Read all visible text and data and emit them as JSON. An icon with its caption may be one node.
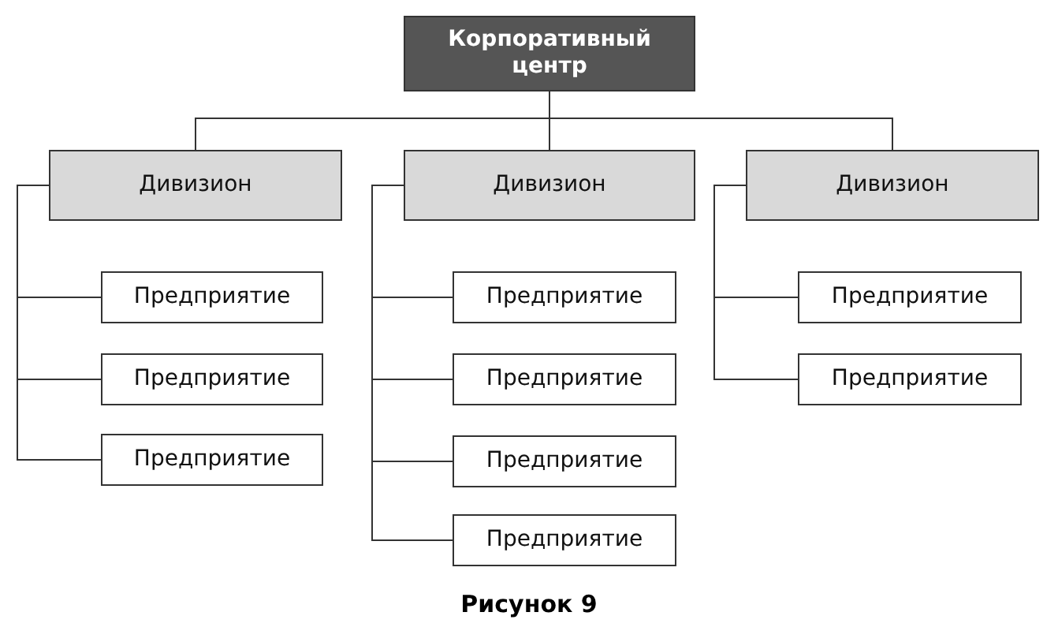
{
  "diagram": {
    "caption": "Рисунок 9",
    "nodes": [
      {
        "text": [
          "Корпоративный центр"
        ]
      },
      {
        "text": [
          "Дивизион"
        ]
      },
      {
        "text": [
          "Предприятие"
        ]
      },
      {
        "text": [
          "Предприятие"
        ]
      },
      {
        "text": [
          "Предприятие"
        ]
      },
      {
        "text": [
          "Дивизион"
        ]
      },
      {
        "text": [
          "Предприятие"
        ]
      },
      {
        "text": [
          "Предприятие"
        ]
      },
      {
        "text": [
          "Предприятие"
        ]
      },
      {
        "text": [
          "Предприятие"
        ]
      },
      {
        "text": [
          "Дивизион"
        ]
      },
      {
        "text": [
          "Предприятие"
        ]
      },
      {
        "text": [
          "Предприятие"
        ]
      }
    ],
    "edges": [
      {
        "from": 0,
        "to": 1,
        "arrow": "none"
      },
      {
        "from": 0,
        "to": 5,
        "arrow": "none"
      },
      {
        "from": 0,
        "to": 10,
        "arrow": "none"
      },
      {
        "from": 1,
        "to": 2,
        "arrow": "none"
      },
      {
        "from": 1,
        "to": 3,
        "arrow": "none"
      },
      {
        "from": 1,
        "to": 4,
        "arrow": "none"
      },
      {
        "from": 5,
        "to": 6,
        "arrow": "none"
      },
      {
        "from": 5,
        "to": 7,
        "arrow": "none"
      },
      {
        "from": 5,
        "to": 8,
        "arrow": "none"
      },
      {
        "from": 5,
        "to": 9,
        "arrow": "none"
      },
      {
        "from": 10,
        "to": 11,
        "arrow": "none"
      },
      {
        "from": 10,
        "to": 12,
        "arrow": "none"
      }
    ]
  }
}
